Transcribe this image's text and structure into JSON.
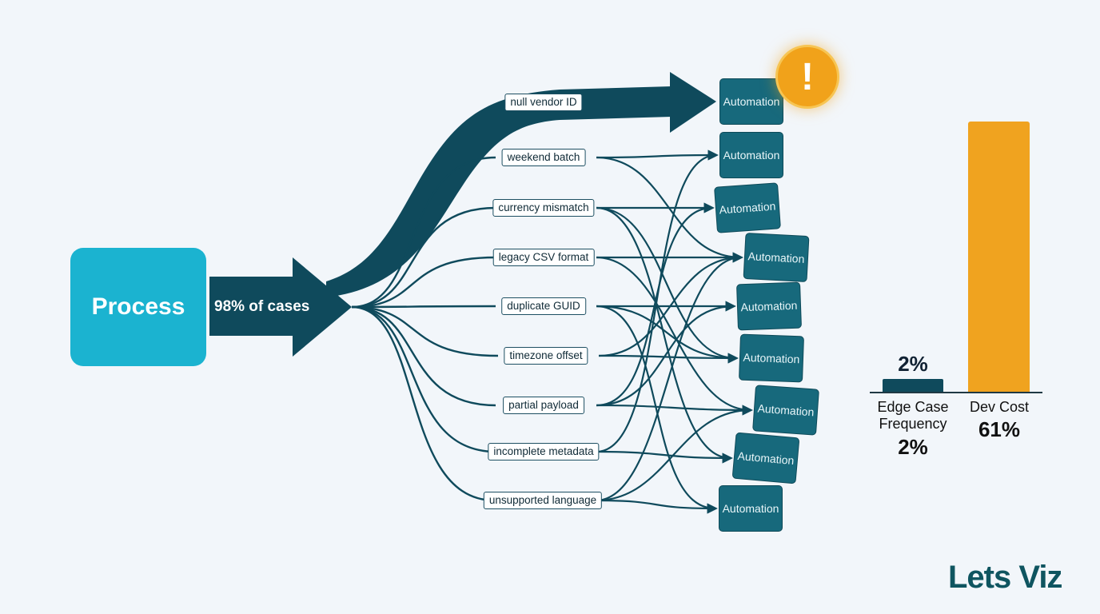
{
  "process": {
    "label": "Process"
  },
  "main_flow": {
    "label": "98% of cases"
  },
  "cases": [
    {
      "label": "null vendor ID"
    },
    {
      "label": "weekend batch"
    },
    {
      "label": "currency mismatch"
    },
    {
      "label": "legacy CSV format"
    },
    {
      "label": "duplicate GUID"
    },
    {
      "label": "timezone offset"
    },
    {
      "label": "partial payload"
    },
    {
      "label": "incomplete metadata"
    },
    {
      "label": "unsupported language"
    }
  ],
  "automation_boxes": [
    {
      "label": "Automation"
    },
    {
      "label": "Automation"
    },
    {
      "label": "Automation"
    },
    {
      "label": "Automation"
    },
    {
      "label": "Automation"
    },
    {
      "label": "Automation"
    },
    {
      "label": "Automation"
    },
    {
      "label": "Automation"
    },
    {
      "label": "Automation"
    }
  ],
  "alert": {
    "symbol": "!",
    "icon": "exclamation-warning-icon",
    "color": "#f1a21a"
  },
  "chart_data": {
    "type": "bar",
    "categories": [
      "Edge Case Frequency",
      "Dev Cost"
    ],
    "values": [
      2,
      61
    ],
    "unit": "%",
    "top_labels": [
      "2%",
      ""
    ],
    "category_labels": [
      "Edge Case\nFrequency",
      "Dev Cost"
    ],
    "value_labels": [
      "2%",
      "61%"
    ],
    "colors": [
      "#0f4a5c",
      "#f0a31f"
    ]
  },
  "colors": {
    "flow": "#0f4a5c",
    "process": "#1bb3d0",
    "automation": "#17697c",
    "background": "#f2f6fa"
  },
  "logo": {
    "text": "Lets Viz"
  }
}
